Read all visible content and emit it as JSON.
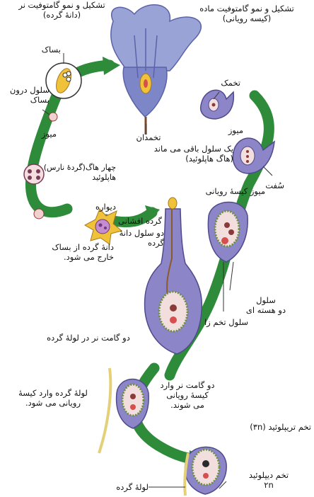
{
  "labels": {
    "male_gametophyte": "تشکیل و نمو گامتوفیت نر\n(دانهٔ گرده)",
    "female_gametophyte": "تشکیل و نمو گامتوفیت ماده\n(کیسه رویانی)",
    "anther": "بساک",
    "anther_inner_cell": "سلول درون\nبساک",
    "meiosis_left": "میوز",
    "four_cells": "چهار هاگ(گردهٔ نارس)\nهاپلوئید",
    "wall": "دیواره",
    "pollination": "گرده افشانی",
    "two_cells": "دو سلول دانهٔ\nگرده",
    "pollen_exits": "دانهٔ گرده از بساک\nخارج می شود.",
    "ovary": "تخمدان",
    "ovule": "تخمک",
    "meiosis_right": "میوز",
    "one_cell_remains": "یک سلول باقی می ماند\n(هاگ هاپلوئید)",
    "integument": "سُفت",
    "embryo_sac_meiosis": "میوز کیسهٔ رویانی",
    "binucleate_cell": "سلول\nدو هسته ای",
    "egg_cell": "سلول تخم زا",
    "two_male_gametes": "دو گامت نر در لولهٔ گرده",
    "tube_enters": "لولهٔ گرده وارد کیسهٔ\nرویانی می شود.",
    "gametes_enter": "دو گامت نر وارد\nکیسهٔ رویانی\nمی شوند.",
    "triploid": "تخم تریپلوئید (۳n)",
    "diploid": "تخم دیپلوئید\n۲n",
    "pollen_tube": "لولهٔ گرده"
  }
}
